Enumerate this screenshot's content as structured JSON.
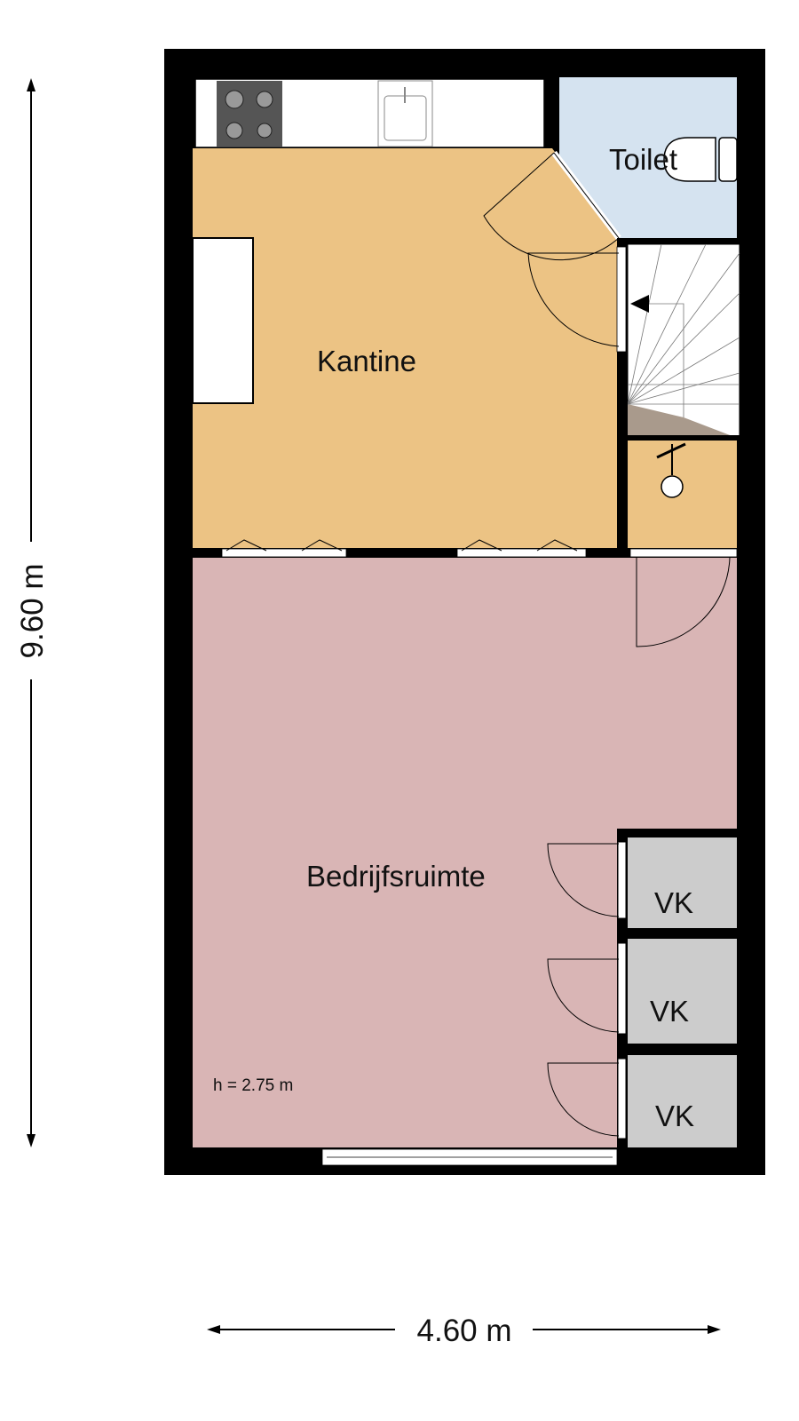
{
  "rooms": {
    "kantine": "Kantine",
    "toilet": "Toilet",
    "bedrijfsruimte": "Bedrijfsruimte",
    "vk1": "VK",
    "vk2": "VK",
    "vk3": "VK"
  },
  "height_note": "h = 2.75 m",
  "dimensions": {
    "vertical": "9.60 m",
    "horizontal": "4.60 m"
  },
  "colors": {
    "wall": "#000000",
    "kantine": "#ECC384",
    "toilet": "#D5E3F0",
    "bedrijfsruimte": "#D9B5B5",
    "storage": "#CCCCCC",
    "stair_landing": "#A99A8C"
  }
}
